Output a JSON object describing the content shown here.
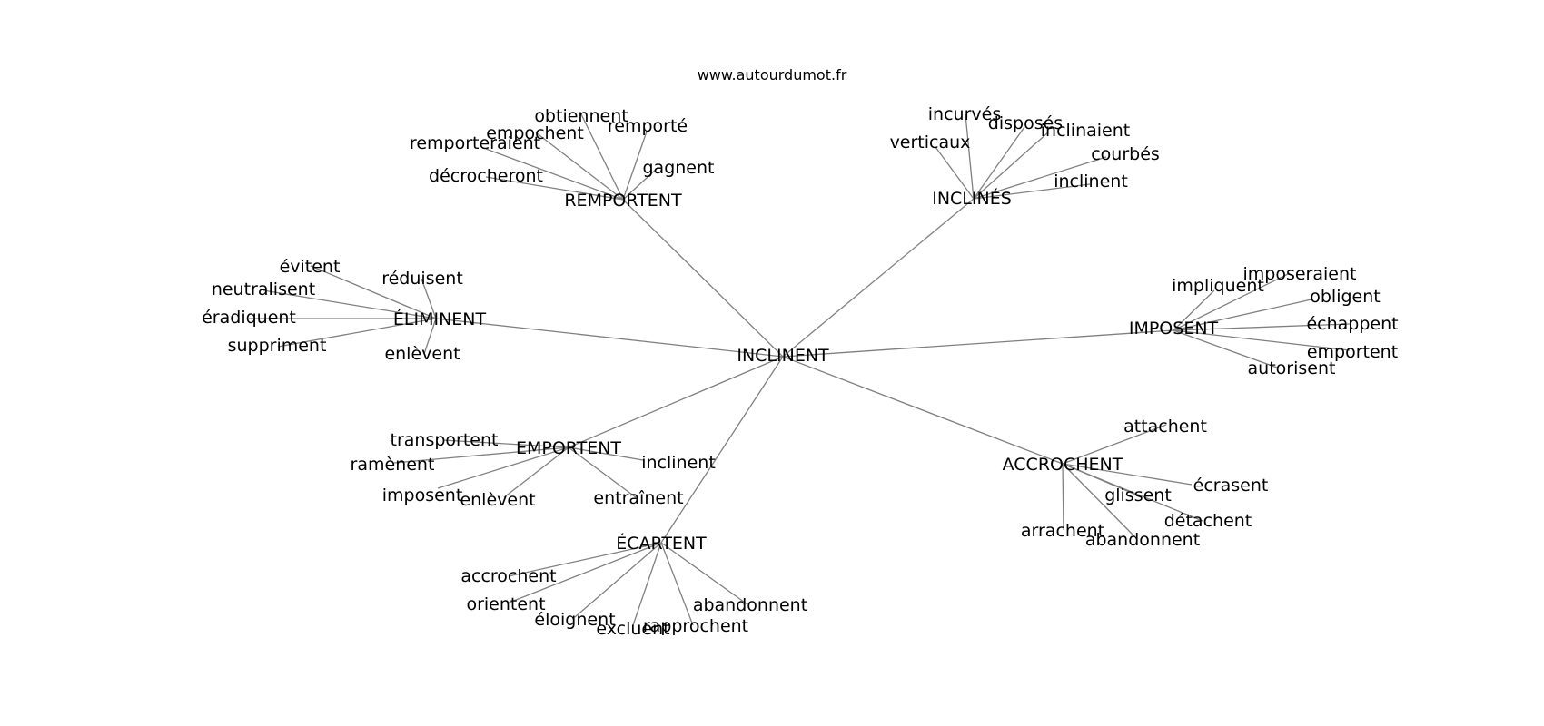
{
  "site": "www.autourdumot.fr",
  "center": "INCLINENT",
  "groups": [
    {
      "hub": "REMPORTENT",
      "leaves": [
        "obtiennent",
        "remporté",
        "empochent",
        "remporteraient",
        "gagnent",
        "décrocheront"
      ]
    },
    {
      "hub": "INCLINÉS",
      "leaves": [
        "incurvés",
        "disposés",
        "inclinaient",
        "verticaux",
        "courbés",
        "inclinent"
      ]
    },
    {
      "hub": "ÉLIMINENT",
      "leaves": [
        "évitent",
        "réduisent",
        "neutralisent",
        "éradiquent",
        "suppriment",
        "enlèvent"
      ]
    },
    {
      "hub": "IMPOSENT",
      "leaves": [
        "imposeraient",
        "impliquent",
        "obligent",
        "échappent",
        "emportent",
        "autorisent"
      ]
    },
    {
      "hub": "EMPORTENT",
      "leaves": [
        "transportent",
        "ramènent",
        "inclinent",
        "imposent",
        "enlèvent",
        "entraînent"
      ]
    },
    {
      "hub": "ACCROCHENT",
      "leaves": [
        "attachent",
        "écrasent",
        "glissent",
        "détachent",
        "arrachent",
        "abandonnent"
      ]
    },
    {
      "hub": "ÉCARTENT",
      "leaves": [
        "accrochent",
        "orientent",
        "éloignent",
        "excluent",
        "rapprochent",
        "abandonnent"
      ]
    }
  ]
}
